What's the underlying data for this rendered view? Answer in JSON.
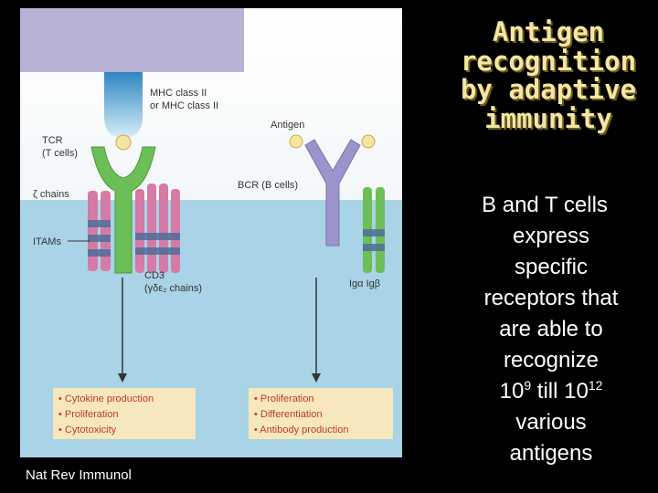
{
  "title": {
    "line1": "Antigen",
    "line2": "recognition",
    "line3": "by adaptive",
    "line4": "immunity"
  },
  "body": {
    "line1": "B and T cells",
    "line2": "express",
    "line3": "specific",
    "line4": "receptors that",
    "line5": "are able to",
    "line6": "recognize",
    "range_base1": "10",
    "range_exp1": "9",
    "range_mid": " till ",
    "range_base2": "10",
    "range_exp2": "12",
    "line8": "various",
    "line9": "antigens"
  },
  "credit": "Nat Rev Immunol",
  "figure": {
    "mhc_label1": "MHC class II",
    "mhc_label2": "or MHC class II",
    "tcr_label1": "TCR",
    "tcr_label2": "(T cells)",
    "zeta_label": "ζ chains",
    "itams_label": "ITAMs",
    "cd3_label1": "CD3",
    "cd3_label2": "(γδε₂ chains)",
    "antigen_label": "Antigen",
    "bcr_label": "BCR (B cells)",
    "ig_label": "Igα  Igβ",
    "t_outcomes": [
      "• Cytokine production",
      "• Proliferation",
      "• Cytotoxicity"
    ],
    "b_outcomes": [
      "• Proliferation",
      "• Differentiation",
      "• Antibody production"
    ]
  },
  "colors": {
    "membrane_top": "#ffffff",
    "cytoplasm": "#a9d3e6",
    "apc_cell": "#b9b2d6",
    "mhc": "#2f93c9",
    "tcr": "#6cbf57",
    "cd3": "#d67ba6",
    "itam_band": "#4f6d9a",
    "bcr": "#9b93cc",
    "ig_alpha_beta": "#6cbf57",
    "antigen": "#f4e6a0",
    "outcome_box": "#f6e8bc",
    "bullet_text": "#c0392b"
  }
}
